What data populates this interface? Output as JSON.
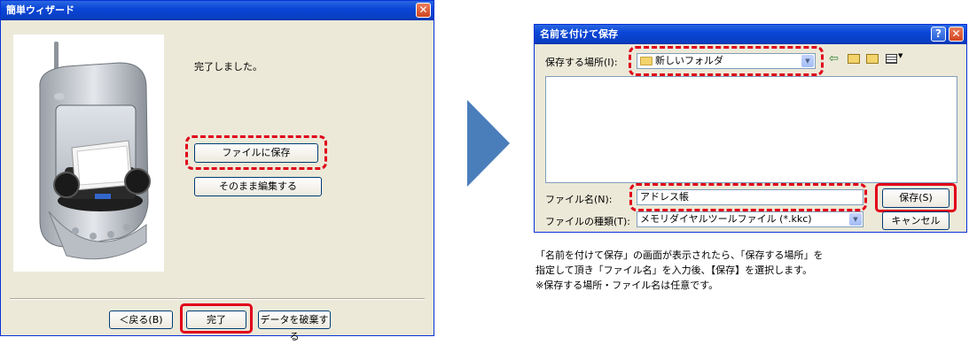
{
  "wizard": {
    "title": "簡単ウィザード",
    "message": "完了しました。",
    "save_file_button": "ファイルに保存",
    "edit_button": "そのまま編集する",
    "back_button": "＜戻る(B)",
    "finish_button": "完了",
    "discard_button": "データを破棄する"
  },
  "save_dialog": {
    "title": "名前を付けて保存",
    "location_label": "保存する場所(I):",
    "location_value": "新しいフォルダ",
    "filename_label": "ファイル名(N):",
    "filename_value": "アドレス帳",
    "filetype_label": "ファイルの種類(T):",
    "filetype_value": "メモリダイヤルツールファイル (*.kkc)",
    "save_button": "保存(S)",
    "cancel_button": "キャンセル",
    "help_button": "?",
    "close_button": "✕"
  },
  "instructions": {
    "line1": "「名前を付けて保存」の画面が表示されたら、「保存する場所」を",
    "line2": "指定して頂き「ファイル名」を入力後、【保存】を選択します。",
    "line3": "※保存する場所・ファイル名は任意です。"
  },
  "colors": {
    "titlebar": "#0a46d8",
    "highlight": "#e0001a",
    "arrow": "#4a7ebb",
    "dialog_bg": "#ece9d8"
  }
}
